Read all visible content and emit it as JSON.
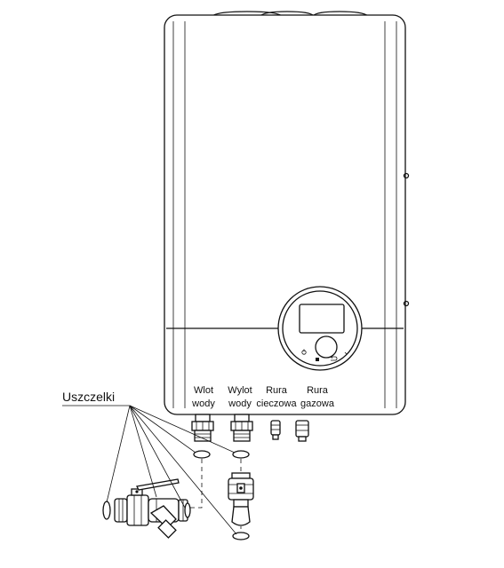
{
  "labels": {
    "seals": "Uszczelki",
    "water_inlet": [
      "Wlot",
      "wody"
    ],
    "water_outlet": [
      "Wylot",
      "wody"
    ],
    "liquid_pipe": [
      "Rura",
      "cieczowa"
    ],
    "gas_pipe": [
      "Rura",
      "gazowa"
    ]
  },
  "icons": [
    "power-icon",
    "stop-icon",
    "back-icon",
    "confirm-check-icon"
  ]
}
